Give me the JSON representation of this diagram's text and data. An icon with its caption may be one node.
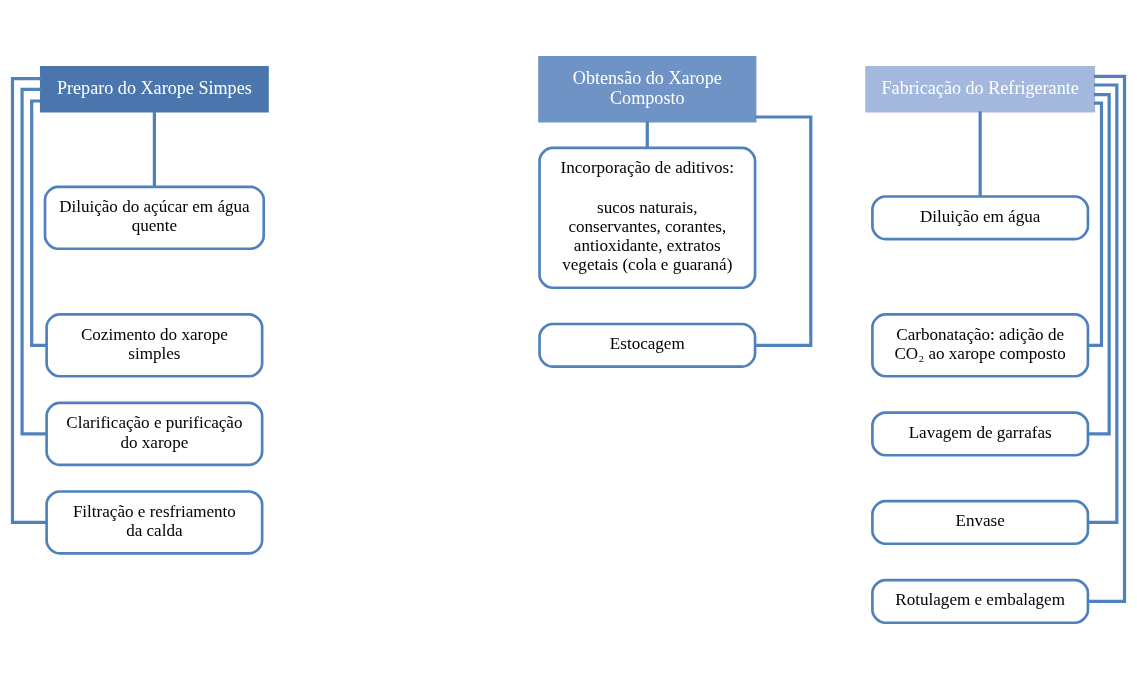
{
  "diagram": {
    "nodes": [
      {
        "text": [
          "Preparo do Xarope Simpes"
        ]
      },
      {
        "text": [
          "Diluição do açúcar em água quente"
        ]
      },
      {
        "text": [
          "Cozimento do xarope simples"
        ]
      },
      {
        "text": [
          "Clarificação e purificação do xarope"
        ]
      },
      {
        "text": [
          "Filtração e resfriamento da calda"
        ]
      },
      {
        "text": [
          "Obtensão do Xarope Composto"
        ]
      },
      {
        "text": [
          "Incorporação de aditivos:",
          "sucos naturais, conservantes, corantes, antioxidante, extratos vegetais (cola e guaraná)"
        ]
      },
      {
        "text": [
          "Estocagem"
        ]
      },
      {
        "text": [
          "Fabricação do Refrigerante"
        ]
      },
      {
        "text": [
          "Diluição em água"
        ]
      },
      {
        "text": [
          "Carbonatação: adição de CO₂ ao xarope composto"
        ]
      },
      {
        "text": [
          "Lavagem de garrafas"
        ]
      },
      {
        "text": [
          "Envase"
        ]
      },
      {
        "text": [
          "Rotulagem e embalagem"
        ]
      }
    ],
    "edges": [
      {
        "from": 0,
        "to": 1,
        "arrow": "none"
      },
      {
        "from": 0,
        "to": 2,
        "arrow": "none"
      },
      {
        "from": 0,
        "to": 3,
        "arrow": "none"
      },
      {
        "from": 0,
        "to": 4,
        "arrow": "none"
      },
      {
        "from": 5,
        "to": 6,
        "arrow": "none"
      },
      {
        "from": 5,
        "to": 7,
        "arrow": "none"
      },
      {
        "from": 8,
        "to": 9,
        "arrow": "none"
      },
      {
        "from": 8,
        "to": 10,
        "arrow": "none"
      },
      {
        "from": 8,
        "to": 11,
        "arrow": "none"
      },
      {
        "from": 8,
        "to": 12,
        "arrow": "none"
      },
      {
        "from": 8,
        "to": 13,
        "arrow": "none"
      }
    ]
  }
}
